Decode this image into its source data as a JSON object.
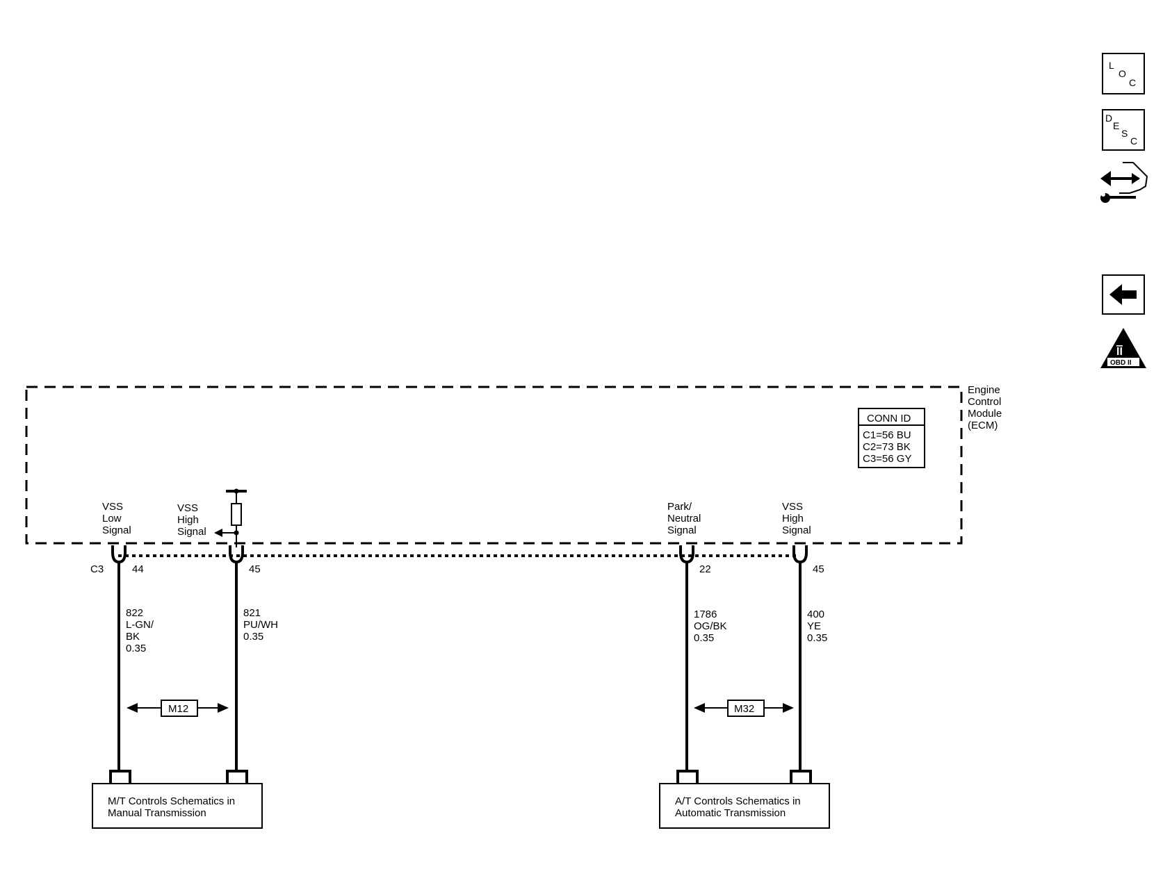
{
  "module": {
    "name_lines": [
      "Engine",
      "Control",
      "Module",
      "(ECM)"
    ],
    "conn_id": {
      "title": "CONN ID",
      "rows": [
        "C1=56 BU",
        "C2=73 BK",
        "C3=56 GY"
      ]
    }
  },
  "connector_label": "C3",
  "pins": [
    {
      "signal_lines": [
        "VSS",
        "Low",
        "Signal"
      ],
      "pin": "44",
      "circuit": [
        "822",
        "L-GN/",
        "BK",
        "0.35"
      ]
    },
    {
      "signal_lines": [
        "VSS",
        "High",
        "Signal"
      ],
      "pin": "45",
      "circuit": [
        "821",
        "PU/WH",
        "0.35"
      ]
    },
    {
      "signal_lines": [
        "Park/",
        "Neutral",
        "Signal"
      ],
      "pin": "22",
      "circuit": [
        "1786",
        "OG/BK",
        "0.35"
      ]
    },
    {
      "signal_lines": [
        "VSS",
        "High",
        "Signal"
      ],
      "pin": "45",
      "circuit": [
        "400",
        "YE",
        "0.35"
      ]
    }
  ],
  "twisted_pairs": [
    "M12",
    "M32"
  ],
  "references": [
    {
      "lines": [
        "M/T Controls Schematics in",
        "Manual Transmission"
      ]
    },
    {
      "lines": [
        "A/T Controls Schematics in",
        "Automatic Transmission"
      ]
    }
  ],
  "nav": {
    "loc_letters": [
      "L",
      "O",
      "C"
    ],
    "desc_letters": [
      "D",
      "E",
      "S",
      "C"
    ],
    "obd_label": "OBD II",
    "obd_numeral": "II"
  }
}
